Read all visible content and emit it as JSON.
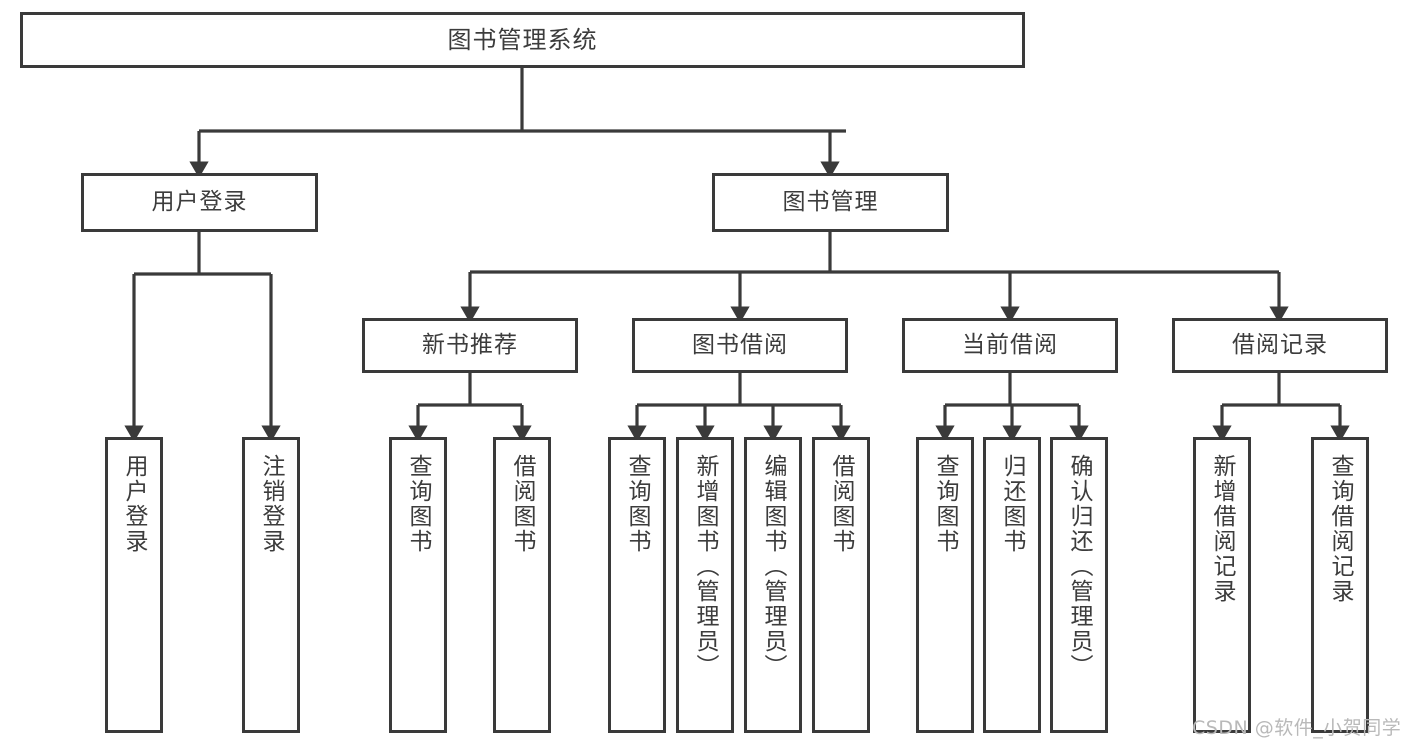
{
  "diagram": {
    "type": "tree",
    "title": "图书管理系统",
    "orientation": "top-down",
    "colors": {
      "node_border": "#3a3a3a",
      "node_fill": "#ffffff",
      "connector": "#3a3a3a",
      "text": "#3c3c3c",
      "watermark": "#b9b9b9",
      "background": "#ffffff"
    },
    "root": {
      "label": "图书管理系统"
    },
    "level2": [
      {
        "label": "用户登录"
      },
      {
        "label": "图书管理"
      }
    ],
    "level3": [
      {
        "label": "新书推荐"
      },
      {
        "label": "图书借阅"
      },
      {
        "label": "当前借阅"
      },
      {
        "label": "借阅记录"
      }
    ],
    "leaves": {
      "user_login": [
        {
          "label": "用户登录"
        },
        {
          "label": "注销登录"
        }
      ],
      "new_book_recommend": [
        {
          "label": "查询图书"
        },
        {
          "label": "借阅图书"
        }
      ],
      "book_borrow": [
        {
          "label": "查询图书"
        },
        {
          "label": "新增图书（管理员）"
        },
        {
          "label": "编辑图书（管理员）"
        },
        {
          "label": "借阅图书"
        }
      ],
      "current_borrow": [
        {
          "label": "查询图书"
        },
        {
          "label": "归还图书"
        },
        {
          "label": "确认归还（管理员）"
        }
      ],
      "borrow_record": [
        {
          "label": "新增借阅记录"
        },
        {
          "label": "查询借阅记录"
        }
      ]
    }
  },
  "watermark": {
    "text": "CSDN @软件_小贺同学"
  }
}
